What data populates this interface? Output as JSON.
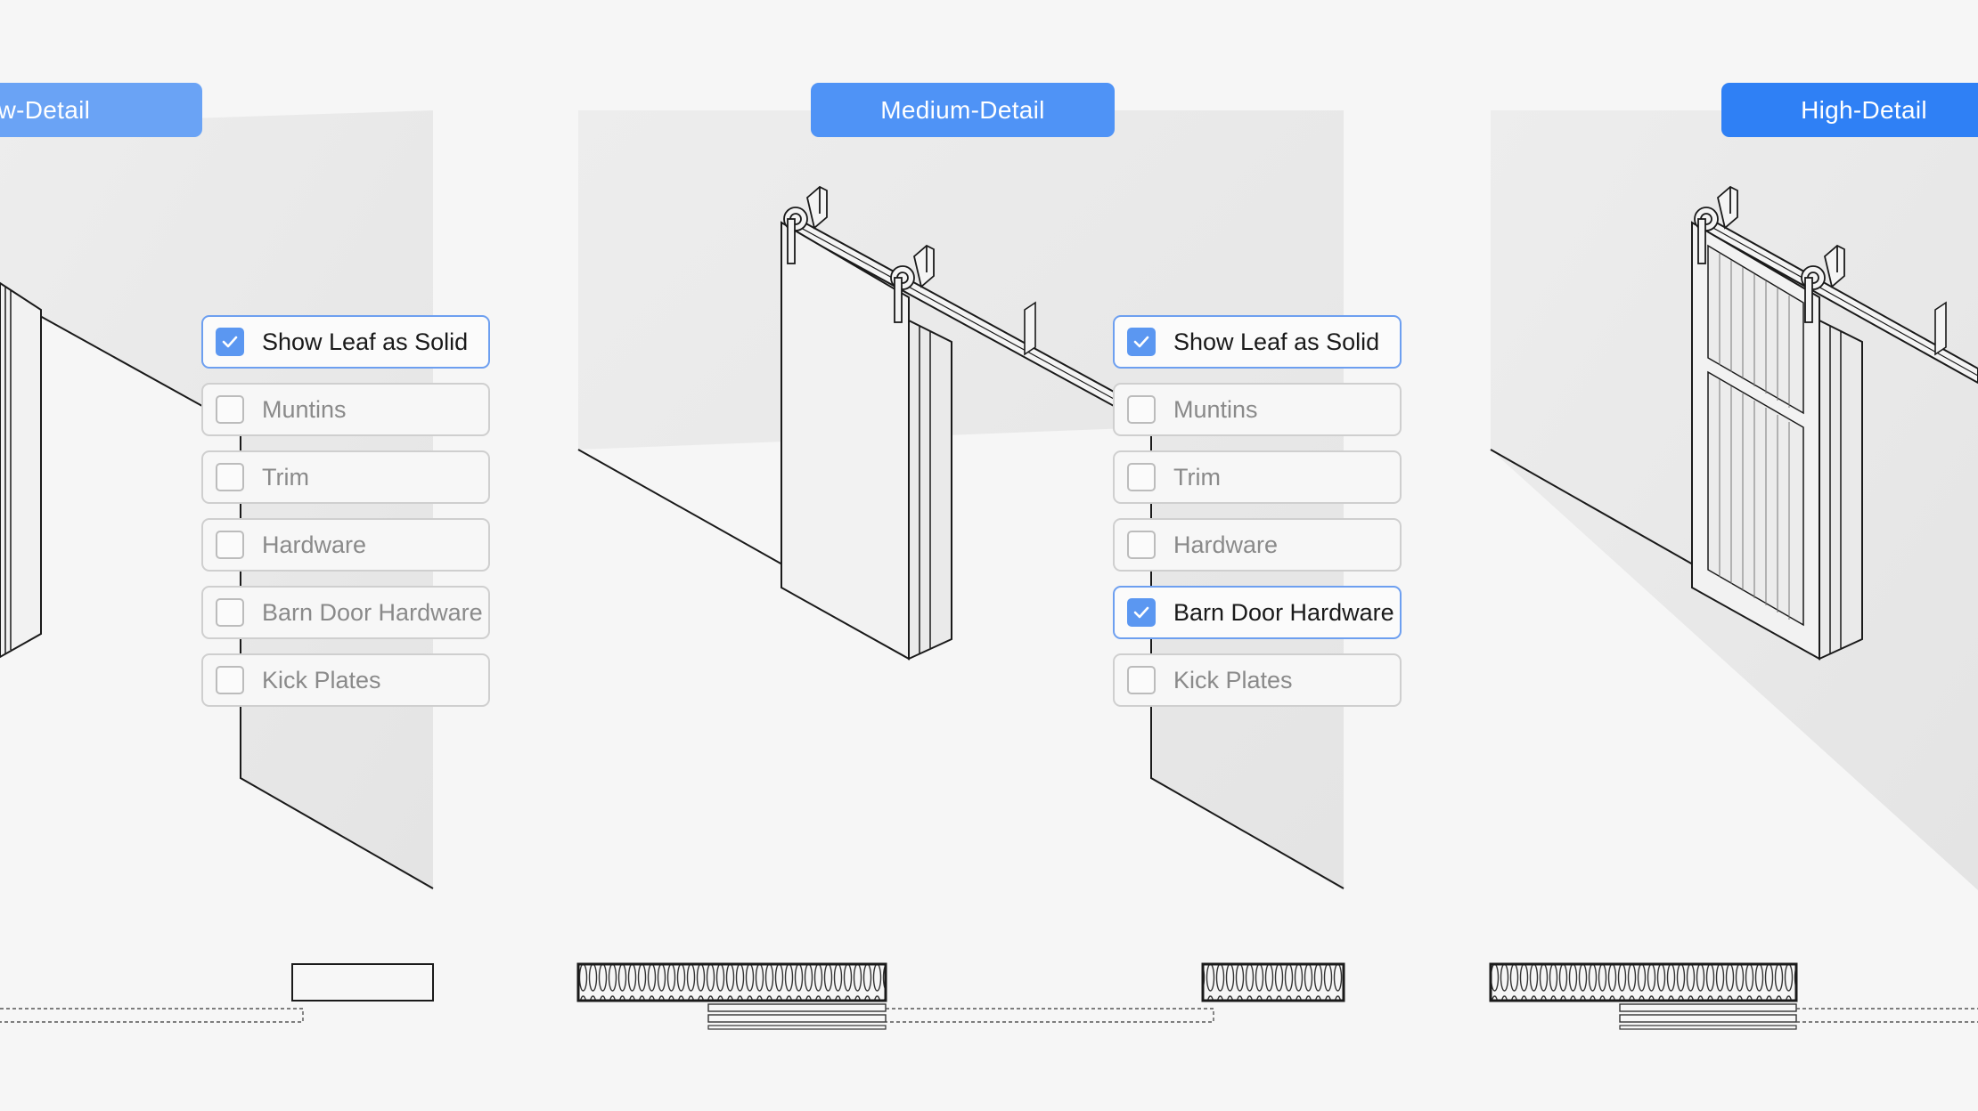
{
  "panels": [
    {
      "badge": "Low-Detail",
      "options": [
        {
          "label": "Show Leaf as Solid",
          "checked": true
        },
        {
          "label": "Muntins",
          "checked": false
        },
        {
          "label": "Trim",
          "checked": false
        },
        {
          "label": "Hardware",
          "checked": false
        },
        {
          "label": "Barn Door Hardware",
          "checked": false
        },
        {
          "label": "Kick Plates",
          "checked": false
        }
      ]
    },
    {
      "badge": "Medium-Detail",
      "options": [
        {
          "label": "Show Leaf as Solid",
          "checked": true
        },
        {
          "label": "Muntins",
          "checked": false
        },
        {
          "label": "Trim",
          "checked": false
        },
        {
          "label": "Hardware",
          "checked": false
        },
        {
          "label": "Barn Door Hardware",
          "checked": true
        },
        {
          "label": "Kick Plates",
          "checked": false
        }
      ]
    },
    {
      "badge": "High-Detail"
    }
  ],
  "colors": {
    "background": "#f6f6f6",
    "badge_low": "#6aa3f5",
    "badge_medium": "#4f93f6",
    "badge_high": "#2f80f5",
    "checkbox_checked": "#5b97f1"
  }
}
